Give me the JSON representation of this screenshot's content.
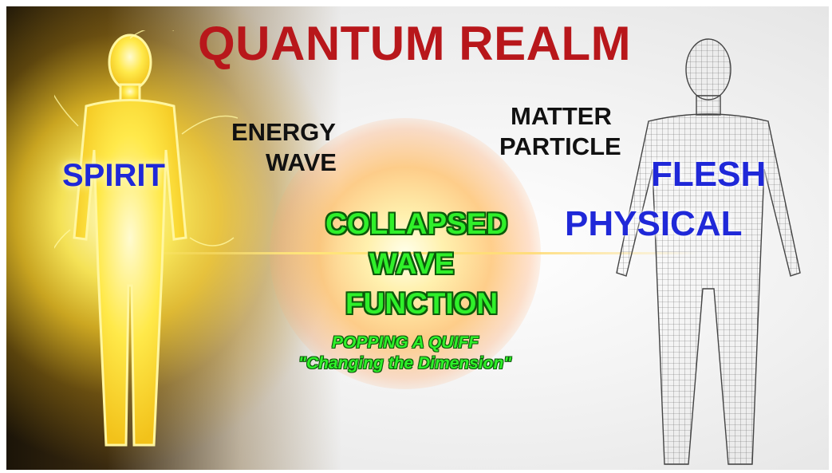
{
  "title": "QUANTUM REALM",
  "left_side": {
    "spirit_label": "SPIRIT"
  },
  "middle": {
    "energy": "ENERGY",
    "wave": "WAVE",
    "matter": "MATTER",
    "particle": "PARTICLE",
    "collapsed": "COLLAPSED",
    "wave2": "WAVE",
    "function": "FUNCTION",
    "popping": "POPPING A QUIFF",
    "changing": "\"Changing the Dimension\""
  },
  "right_side": {
    "flesh_label": "FLESH",
    "physical_label": "PHYSICAL"
  },
  "colors": {
    "title": "#b8171b",
    "blue_labels": "#1f28d8",
    "green_labels": "#2ff02a",
    "aura": "#ffe14a"
  }
}
